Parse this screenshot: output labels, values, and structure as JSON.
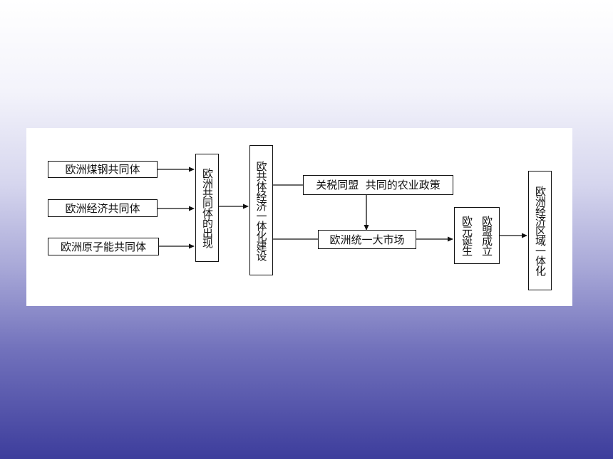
{
  "diagram": {
    "communities": [
      "欧洲煤钢共同体",
      "欧洲经济共同体",
      "欧洲原子能共同体"
    ],
    "ec_emergence": "欧洲共同体的出现",
    "ec_construction": "欧共体经济一体化建设",
    "customs_union": "关税同盟  共同的农业政策",
    "single_market": "欧洲统一大市场",
    "eu_founded": "欧盟成立",
    "euro_born": "欧元诞生",
    "integration": "欧洲经济区域一体化"
  }
}
